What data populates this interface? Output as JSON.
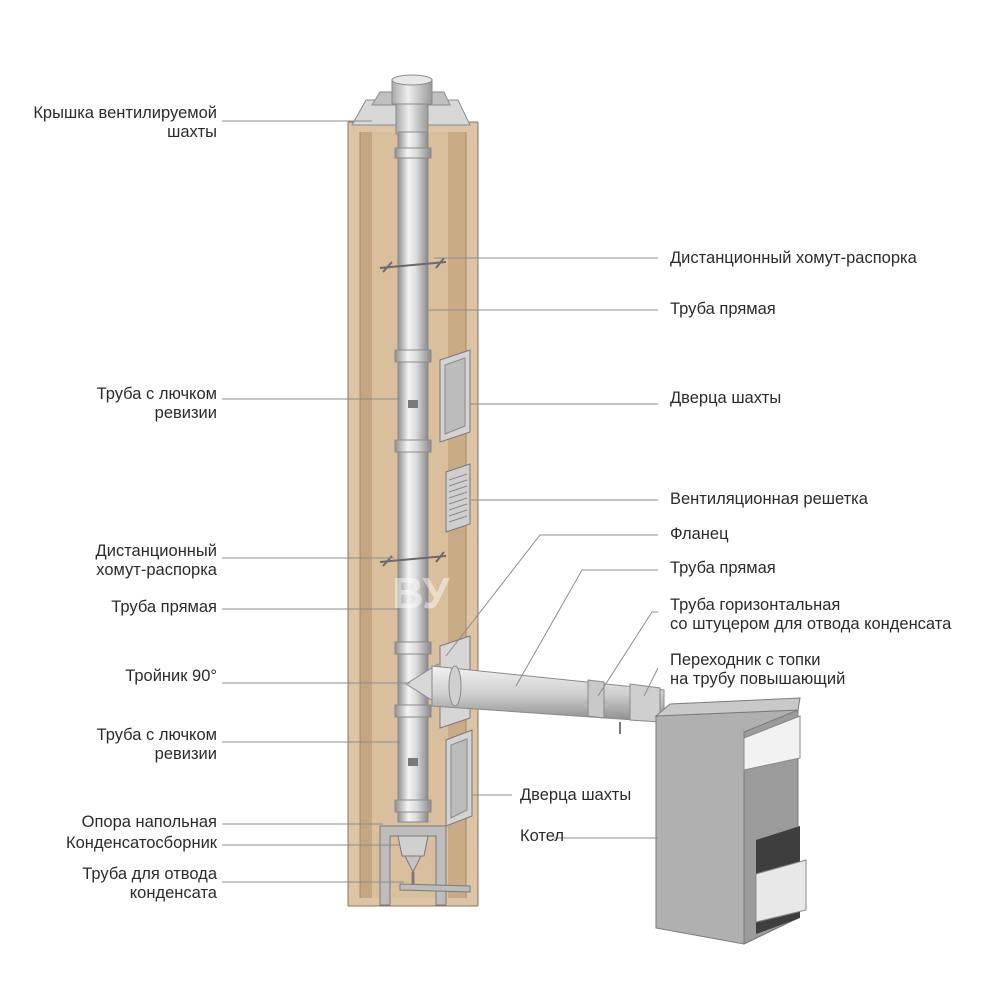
{
  "labels": {
    "cap": [
      "Крышка вентилируемой",
      "шахты"
    ],
    "clamp_top": [
      "Дистанционный хомут-распорка"
    ],
    "pipe_straight_top": [
      "Труба прямая"
    ],
    "shaft_door_top": [
      "Дверца шахты"
    ],
    "inspection_pipe_top": [
      "Труба с лючком",
      "ревизии"
    ],
    "vent_grille": [
      "Вентиляционная решетка"
    ],
    "flange": [
      "Фланец"
    ],
    "pipe_straight_horizontal": [
      "Труба прямая"
    ],
    "clamp_mid": [
      "Дистанционный",
      "хомут-распорка"
    ],
    "pipe_straight_mid": [
      "Труба прямая"
    ],
    "pipe_horizontal_condensate": [
      "Труба горизонтальная",
      "со штуцером для отвода конденсата"
    ],
    "adapter": [
      "Переходник с топки",
      "на трубу повышающий"
    ],
    "tee": [
      "Тройник 90°"
    ],
    "inspection_pipe_bottom": [
      "Труба с лючком",
      "ревизии"
    ],
    "shaft_door_bottom": [
      "Дверца шахты"
    ],
    "boiler": [
      "Котел"
    ],
    "floor_support": [
      "Опора напольная"
    ],
    "condensate_collector": [
      "Конденсатосборник"
    ],
    "condensate_drain": [
      "Труба для отвода",
      "конденсата"
    ]
  },
  "watermark": "ВУ",
  "colors": {
    "shaft_face": "#dcc4a4",
    "shaft_inner": "#c8ab87",
    "pipe_light": "#eeeeee",
    "pipe_dark": "#9a9a9a",
    "boiler_body": "#a8a8a8",
    "leader_line": "#8c8c8c"
  }
}
